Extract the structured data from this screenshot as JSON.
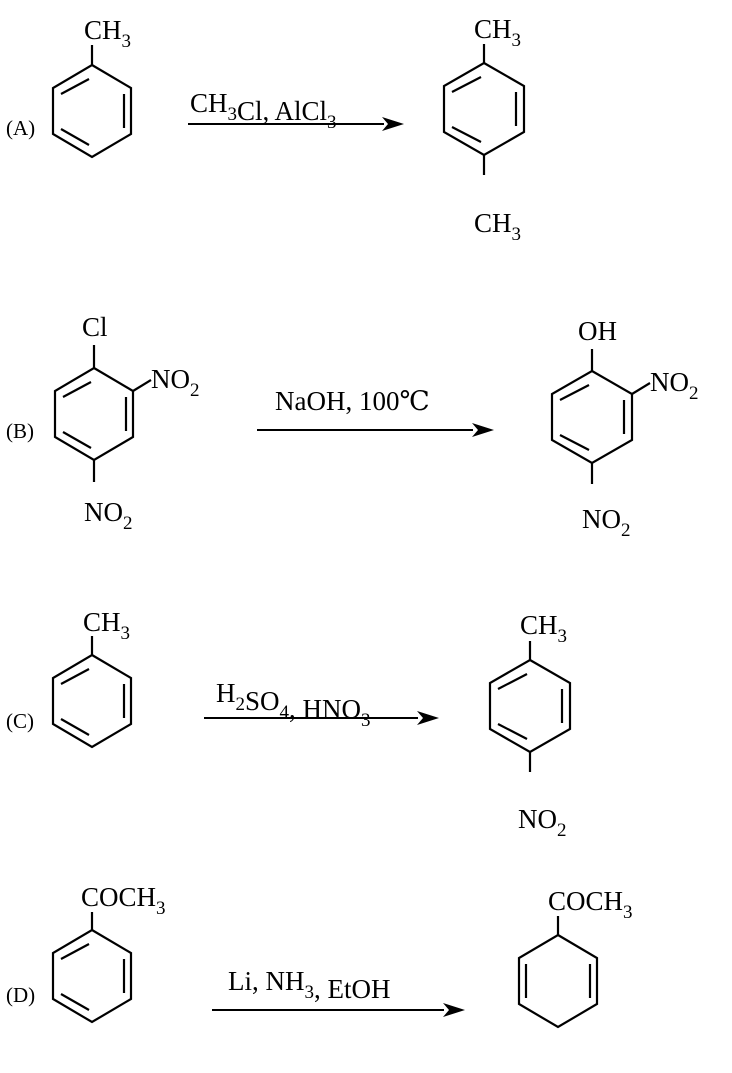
{
  "reactions": [
    {
      "label": "(A)",
      "reactant": {
        "top": "CH3"
      },
      "reagent": "CH3Cl, AlCl3",
      "product": {
        "top": "CH3",
        "bottom": "CH3"
      }
    },
    {
      "label": "(B)",
      "reactant": {
        "top": "Cl",
        "right": "NO2",
        "bottom": "NO2"
      },
      "reagent": "NaOH, 100℃",
      "product": {
        "top": "OH",
        "right": "NO2",
        "bottom": "NO2"
      }
    },
    {
      "label": "(C)",
      "reactant": {
        "top": "CH3"
      },
      "reagent": "H2SO4, HNO3",
      "product": {
        "top": "CH3",
        "bottom": "NO2"
      }
    },
    {
      "label": "(D)",
      "reactant": {
        "top": "COCH3"
      },
      "reagent": "Li, NH3, EtOH",
      "product": {
        "top": "COCH3"
      }
    }
  ]
}
